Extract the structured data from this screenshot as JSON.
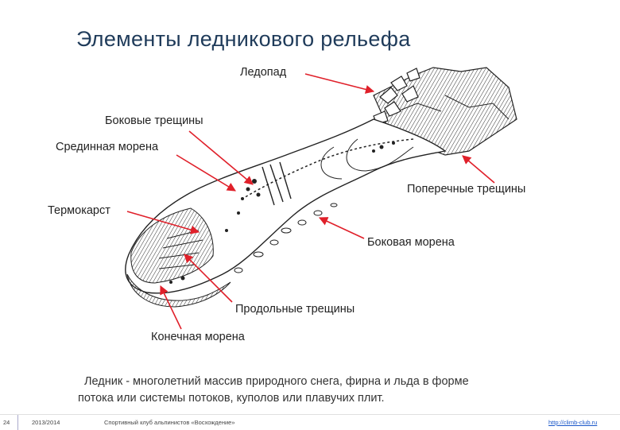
{
  "slide": {
    "title": "Элементы ледникового рельефа",
    "labels": {
      "icefall": "Ледопад",
      "lateral_crevasses": "Боковые трещины",
      "medial_moraine": "Срединная морена",
      "transverse_crevasses": "Поперечные трещины",
      "thermokarst": "Термокарст",
      "lateral_moraine": "Боковая морена",
      "longitudinal_crevasses": "Продольные трещины",
      "terminal_moraine": "Конечная морена"
    },
    "description": {
      "line1": "Ледник - многолетний массив природного снега, фирна и льда в форме",
      "line2": "потока или системы потоков, куполов или плавучих плит."
    },
    "footer": {
      "page": "24",
      "years": "2013/2014",
      "club": "Спортивный клуб альпинистов «Восхождение»",
      "url": "http://climb-club.ru"
    },
    "arrow_color": "#e0202a"
  }
}
